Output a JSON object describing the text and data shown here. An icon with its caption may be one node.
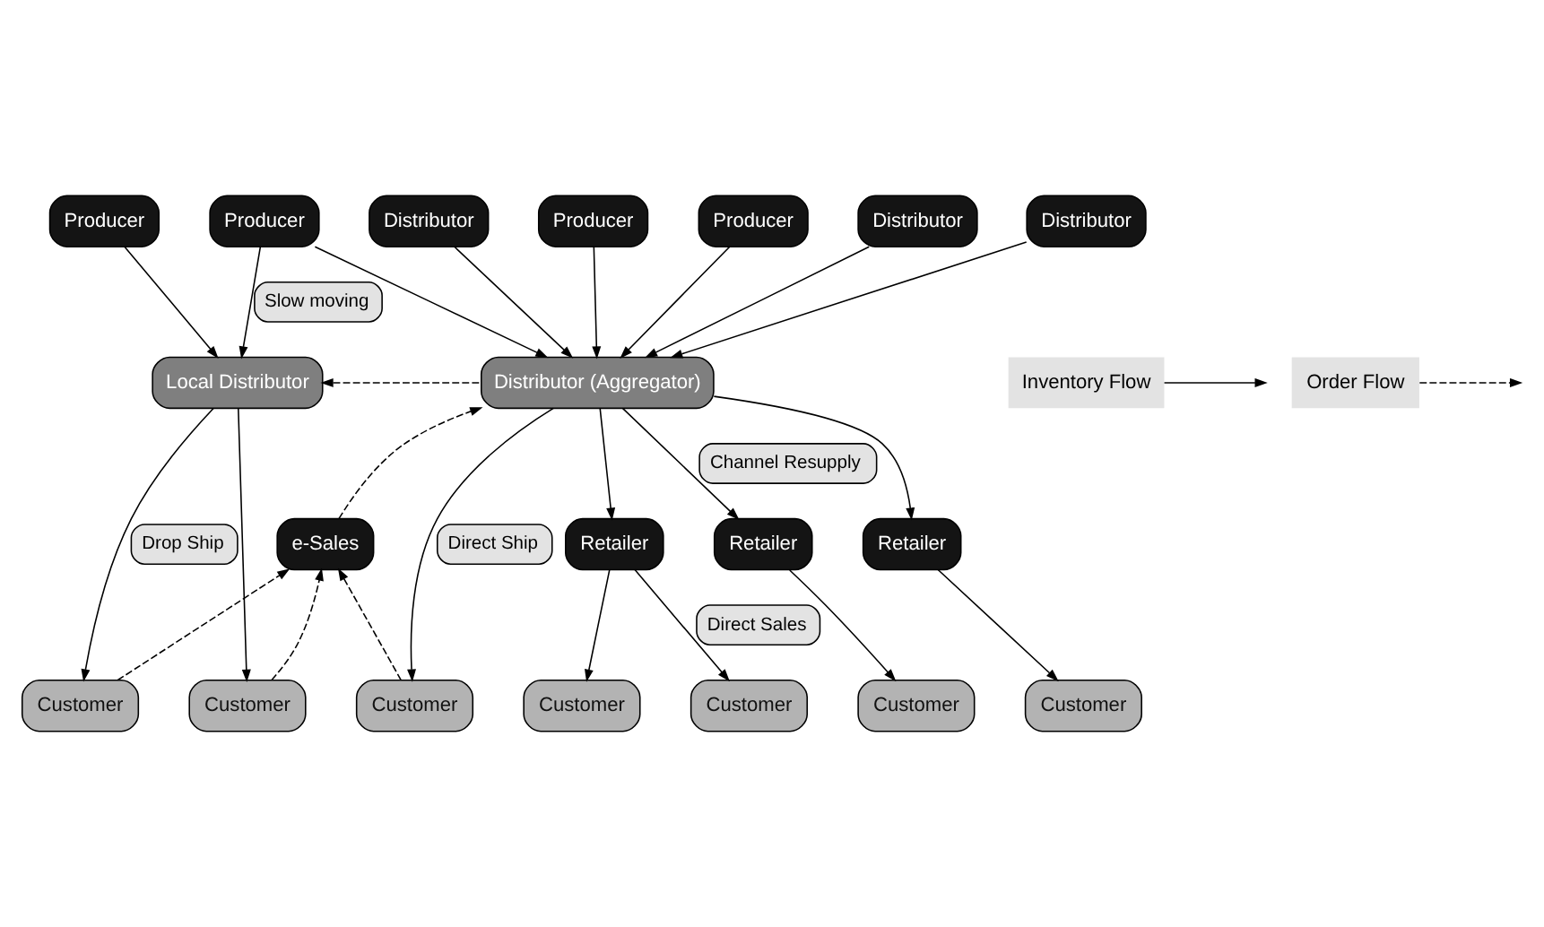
{
  "diagram": {
    "nodes": [
      {
        "text": [
          "Producer"
        ]
      },
      {
        "text": [
          "Producer"
        ]
      },
      {
        "text": [
          "Distributor"
        ]
      },
      {
        "text": [
          "Producer"
        ]
      },
      {
        "text": [
          "Producer"
        ]
      },
      {
        "text": [
          "Distributor"
        ]
      },
      {
        "text": [
          "Distributor"
        ]
      },
      {
        "text": [
          "Distributor (Aggregator)"
        ]
      },
      {
        "text": [
          "Local Distributor"
        ]
      },
      {
        "text": [
          "e-Sales"
        ]
      },
      {
        "text": [
          "Retailer"
        ]
      },
      {
        "text": [
          "Retailer"
        ]
      },
      {
        "text": [
          "Retailer"
        ]
      },
      {
        "text": [
          "Customer"
        ]
      },
      {
        "text": [
          "Customer"
        ]
      },
      {
        "text": [
          "Customer"
        ]
      },
      {
        "text": [
          "Customer"
        ]
      },
      {
        "text": [
          "Customer"
        ]
      },
      {
        "text": [
          "Customer"
        ]
      },
      {
        "text": [
          "Customer"
        ]
      }
    ],
    "edges": [
      {
        "from": 0,
        "to": 8,
        "arrow": "to"
      },
      {
        "from": 1,
        "to": 8,
        "arrow": "to",
        "label": "Slow moving"
      },
      {
        "from": 1,
        "to": 7,
        "arrow": "to"
      },
      {
        "from": 2,
        "to": 7,
        "arrow": "to"
      },
      {
        "from": 3,
        "to": 7,
        "arrow": "to"
      },
      {
        "from": 4,
        "to": 7,
        "arrow": "to"
      },
      {
        "from": 5,
        "to": 7,
        "arrow": "to"
      },
      {
        "from": 6,
        "to": 7,
        "arrow": "to"
      },
      {
        "from": 7,
        "to": 8,
        "arrow": "to",
        "style": "dashed"
      },
      {
        "from": 9,
        "to": 7,
        "arrow": "to",
        "style": "dashed"
      },
      {
        "from": 8,
        "to": 13,
        "arrow": "to",
        "label": "Drop Ship"
      },
      {
        "from": 8,
        "to": 14,
        "arrow": "to"
      },
      {
        "from": 13,
        "to": 9,
        "arrow": "to",
        "style": "dashed"
      },
      {
        "from": 14,
        "to": 9,
        "arrow": "to",
        "style": "dashed"
      },
      {
        "from": 15,
        "to": 9,
        "arrow": "to",
        "style": "dashed"
      },
      {
        "from": 7,
        "to": 15,
        "arrow": "to",
        "label": "Direct Ship"
      },
      {
        "from": 7,
        "to": 10,
        "arrow": "to"
      },
      {
        "from": 7,
        "to": 11,
        "arrow": "to",
        "label": "Channel Resupply"
      },
      {
        "from": 7,
        "to": 12,
        "arrow": "to"
      },
      {
        "from": 10,
        "to": 16,
        "arrow": "to"
      },
      {
        "from": 10,
        "to": 17,
        "arrow": "to",
        "label": "Direct Sales"
      },
      {
        "from": 11,
        "to": 18,
        "arrow": "to"
      },
      {
        "from": 12,
        "to": 19,
        "arrow": "to"
      }
    ],
    "legend": [
      {
        "text": "Inventory Flow"
      },
      {
        "text": "Order Flow"
      }
    ]
  }
}
